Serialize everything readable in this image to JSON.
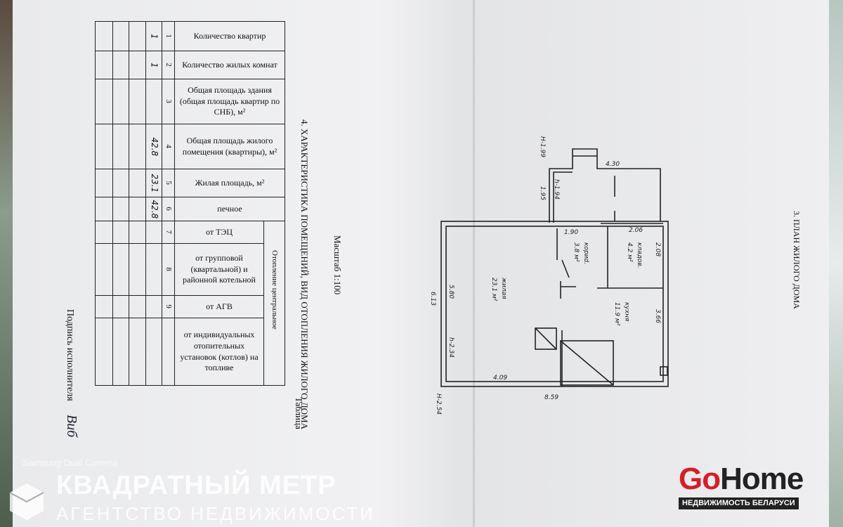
{
  "section4": {
    "title": "4. ХАРАКТЕРИСТИКА ПОМЕЩЕНИЙ, ВИД ОТОПЛЕНИЯ ЖИЛОГО ДОМА",
    "scale": "Масштаб 1:100",
    "signature_label": "Подпись исполнителя",
    "signature": "Виб",
    "heating_group": "Отопление центральное",
    "table_label": "Таблица",
    "rows": [
      {
        "n": "1",
        "label": "Количество квартир",
        "value": "1"
      },
      {
        "n": "2",
        "label": "Количество жилых комнат",
        "value": "1"
      },
      {
        "n": "3",
        "label": "Общая площадь здания (общая площадь квартир по СНБ), м²",
        "value": ""
      },
      {
        "n": "4",
        "label": "Общая площадь жилого помещения (квартиры), м²",
        "value": "42.8"
      },
      {
        "n": "5",
        "label": "Жилая площадь, м²",
        "value": "23.1"
      },
      {
        "n": "6",
        "label": "печное",
        "value": "42.8"
      },
      {
        "n": "7",
        "label": "от ТЭЦ",
        "value": ""
      },
      {
        "n": "8",
        "label": "от групповой (квартальной) и районной котельной",
        "value": ""
      },
      {
        "n": "9",
        "label": "от АГВ",
        "value": ""
      },
      {
        "n": "",
        "label": "от индивидуальных отопительных установок (котлов) на топливе",
        "value": ""
      }
    ]
  },
  "section3": {
    "title": "3. ПЛАН ЖИЛОГО ДОМА",
    "dims": [
      "Н-1.99",
      "h-1.94",
      "1.95",
      "4.30",
      "1.90",
      "2.06",
      "2.08",
      "3.66",
      "6.13",
      "5.80",
      "h-2.34",
      "4.09",
      "8.59",
      "Н-2.54"
    ],
    "rooms": [
      {
        "name": "жилая",
        "area": "23.1 м²"
      },
      {
        "name": "кориd.",
        "area": "3.8 м²"
      },
      {
        "name": "кладов.",
        "area": "4.2 м²"
      },
      {
        "name": "кухня",
        "area": "11.9 м²"
      }
    ]
  },
  "watermarks": {
    "camera": "Samsung Dual Camera",
    "agency": "КВАДРАТНЫЙ МЕТР",
    "agency_sub": "АГЕНТСТВО НЕДВИЖИМОСТИ",
    "brand_go": "Go",
    "brand_home": "Home",
    "brand_sub": "НЕДВИЖИМОСТЬ БЕЛАРУСИ"
  }
}
